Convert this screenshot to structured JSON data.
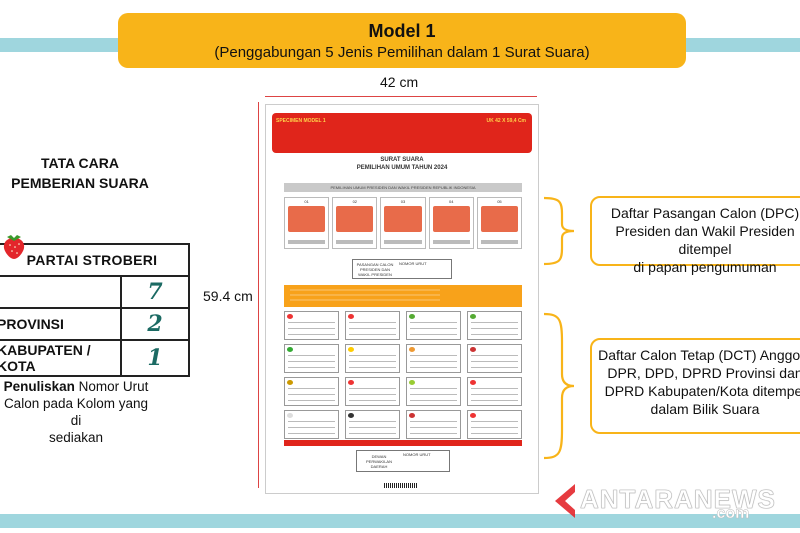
{
  "header": {
    "title": "Model 1",
    "subtitle": "(Penggabungan 5 Jenis Pemilihan dalam 1 Surat Suara)"
  },
  "dimensions": {
    "width": "42 cm",
    "height": "59.4 cm"
  },
  "left_panel": {
    "heading": [
      "TATA CARA",
      "PEMBERIAN SUARA"
    ],
    "party_name": "PARTAI STROBERI",
    "rows": [
      {
        "label": "",
        "number": "7"
      },
      {
        "label": "PROVINSI",
        "number": "2"
      },
      {
        "label": "KABUPATEN / KOTA",
        "number": "1"
      }
    ],
    "instruction_bold": "Penuliskan",
    "instruction_rest": " Nomor Urut",
    "instruction_line2": "Calon pada Kolom yang di",
    "instruction_line3": "sediakan"
  },
  "ballot": {
    "header_left": "SPECIMEN MODEL 1",
    "header_right": "UK 42 X 59,4 Cm",
    "title_line1": "SURAT SUARA",
    "title_line2": "PEMILIHAN UMUM TAHUN 2024",
    "grey_bar": "PEMILIHAN UMUM PRESIDEN DAN WAKIL PRESIDEN REPUBLIK INDONESIA",
    "candidate_numbers": [
      "01",
      "02",
      "03",
      "04",
      "05"
    ],
    "pasangan_label": "PASANGAN CALON PRESIDEN DAN WAKIL PRESIDEN",
    "nomor_urut": "NOMOR URUT",
    "dewan_label": "DEWAN PERWAKILAN DAERAH",
    "party_icon_colors": [
      "#e33",
      "#e33",
      "#5a3",
      "#5a3",
      "#3a3",
      "#fc0",
      "#e93",
      "#c33",
      "#c90",
      "#e33",
      "#9c3",
      "#e33",
      "#ddd",
      "#333",
      "#c33",
      "#e33"
    ]
  },
  "callouts": {
    "c1": [
      "Daftar Pasangan Calon (DPC)",
      "Presiden dan Wakil Presiden ditempel",
      "di papan pengumuman"
    ],
    "c2": [
      "Daftar Calon Tetap (DCT) Anggota",
      "DPR, DPD, DPRD Provinsi dan",
      "DPRD Kabupaten/Kota ditempel",
      "dalam Bilik Suara"
    ]
  },
  "watermark": {
    "text": "ANTARANEWS",
    "suffix": ".com"
  },
  "colors": {
    "accent_yellow": "#f8b419",
    "band_blue": "#9fd6de",
    "ballot_red": "#e0251b",
    "ballot_orange": "#f8a21a",
    "teal_number": "#1b6a63"
  }
}
